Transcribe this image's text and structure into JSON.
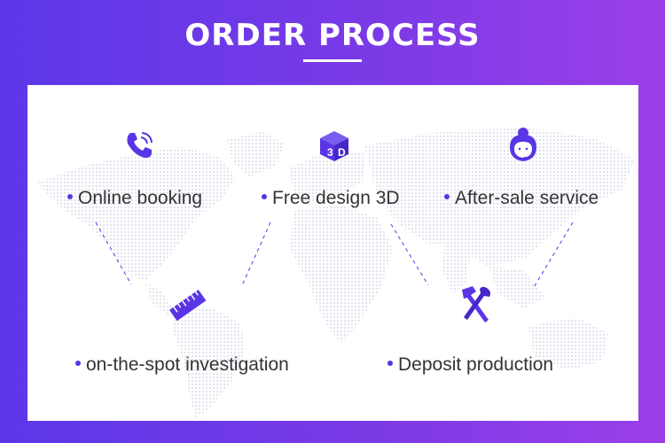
{
  "header": {
    "title": "ORDER PROCESS"
  },
  "steps": [
    {
      "label": "Online booking",
      "icon": "phone-icon"
    },
    {
      "label": "Free design 3D",
      "icon": "3d-cube-icon"
    },
    {
      "label": "After-sale service",
      "icon": "customer-service-icon"
    },
    {
      "label": "on-the-spot investigation",
      "icon": "ruler-icon"
    },
    {
      "label": "Deposit production",
      "icon": "hammer-wrench-icon"
    }
  ],
  "colors": {
    "accent": "#5a35e6",
    "gradient_start": "#5b37e8",
    "gradient_end": "#9b3fe8",
    "map": "#e7eaf2"
  }
}
